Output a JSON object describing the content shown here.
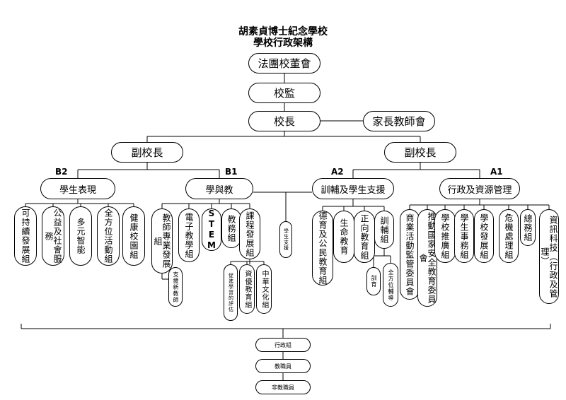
{
  "titles": {
    "school": "胡素貞博士紀念學校",
    "chart": "學校行政架構"
  },
  "top": {
    "board": "法團校董會",
    "supervisor": "校監",
    "principal": "校長",
    "pta": "家長教師會"
  },
  "vice_principals": {
    "left": "副校長",
    "right": "副校長"
  },
  "branch_codes": {
    "b2": "B2",
    "b1": "B1",
    "a2": "A2",
    "a1": "A1"
  },
  "divisions": {
    "student_growth": "學生表現",
    "learning": "學與教",
    "guidance": "訓輔及學生支援",
    "admin": "行政及資源管理"
  },
  "student_growth_groups": [
    "可持續發展組",
    "公益及社會服務",
    "多元智能",
    "全方位活動組",
    "健康校園組"
  ],
  "learning_groups": {
    "prof_dev": "教師專業發展組",
    "prof_dev_sub": "支援新教師",
    "e_learning": "電子教學組",
    "stem": "STEM",
    "academic": "教務組",
    "curriculum": "課程發展組",
    "curriculum_subs": [
      "促進學習的評估",
      "資優教育組",
      "中華文化組"
    ]
  },
  "student_support": "學生支援",
  "guidance_groups": {
    "moral": "德育及公民教育組",
    "life": "生命教育",
    "positive": "正向教育組",
    "discipline": "訓輔組",
    "discipline_subs": [
      "訓育",
      "全方位輔導"
    ]
  },
  "admin_groups": [
    "商業活動監管委員會",
    "推動國家安全教育委員會",
    "學校推廣組",
    "學生事務組",
    "學校發展組",
    "危機處理組",
    "總務組",
    "資訊科技（行政及管理）"
  ],
  "staff": {
    "admin_team": "行政組",
    "teaching_staff": "教職員",
    "non_teaching_staff": "非教職員"
  }
}
